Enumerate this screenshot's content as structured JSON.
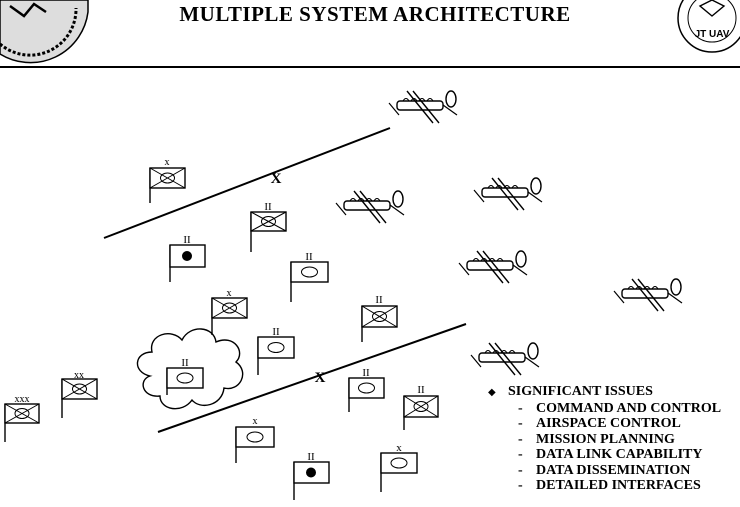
{
  "title": "MULTIPLE SYSTEM ARCHITECTURE",
  "logos": {
    "left": {
      "name": "dod-seal-logo",
      "text": ""
    },
    "right": {
      "name": "jt-uav-logo",
      "text": "JT UAV"
    }
  },
  "echelon_marks": [
    "X",
    "X"
  ],
  "unit_labels": [
    "x",
    "x",
    "x",
    "xx",
    "xxx",
    "II",
    "II",
    "II",
    "II",
    "II",
    "II",
    "II",
    "II"
  ],
  "issues": {
    "heading": "SIGNIFICANT ISSUES",
    "items": [
      "COMMAND AND CONTROL",
      "AIRSPACE CONTROL",
      "MISSION PLANNING",
      "DATA LINK CAPABILITY",
      "DATA DISSEMINATION",
      "DETAILED INTERFACES"
    ]
  }
}
